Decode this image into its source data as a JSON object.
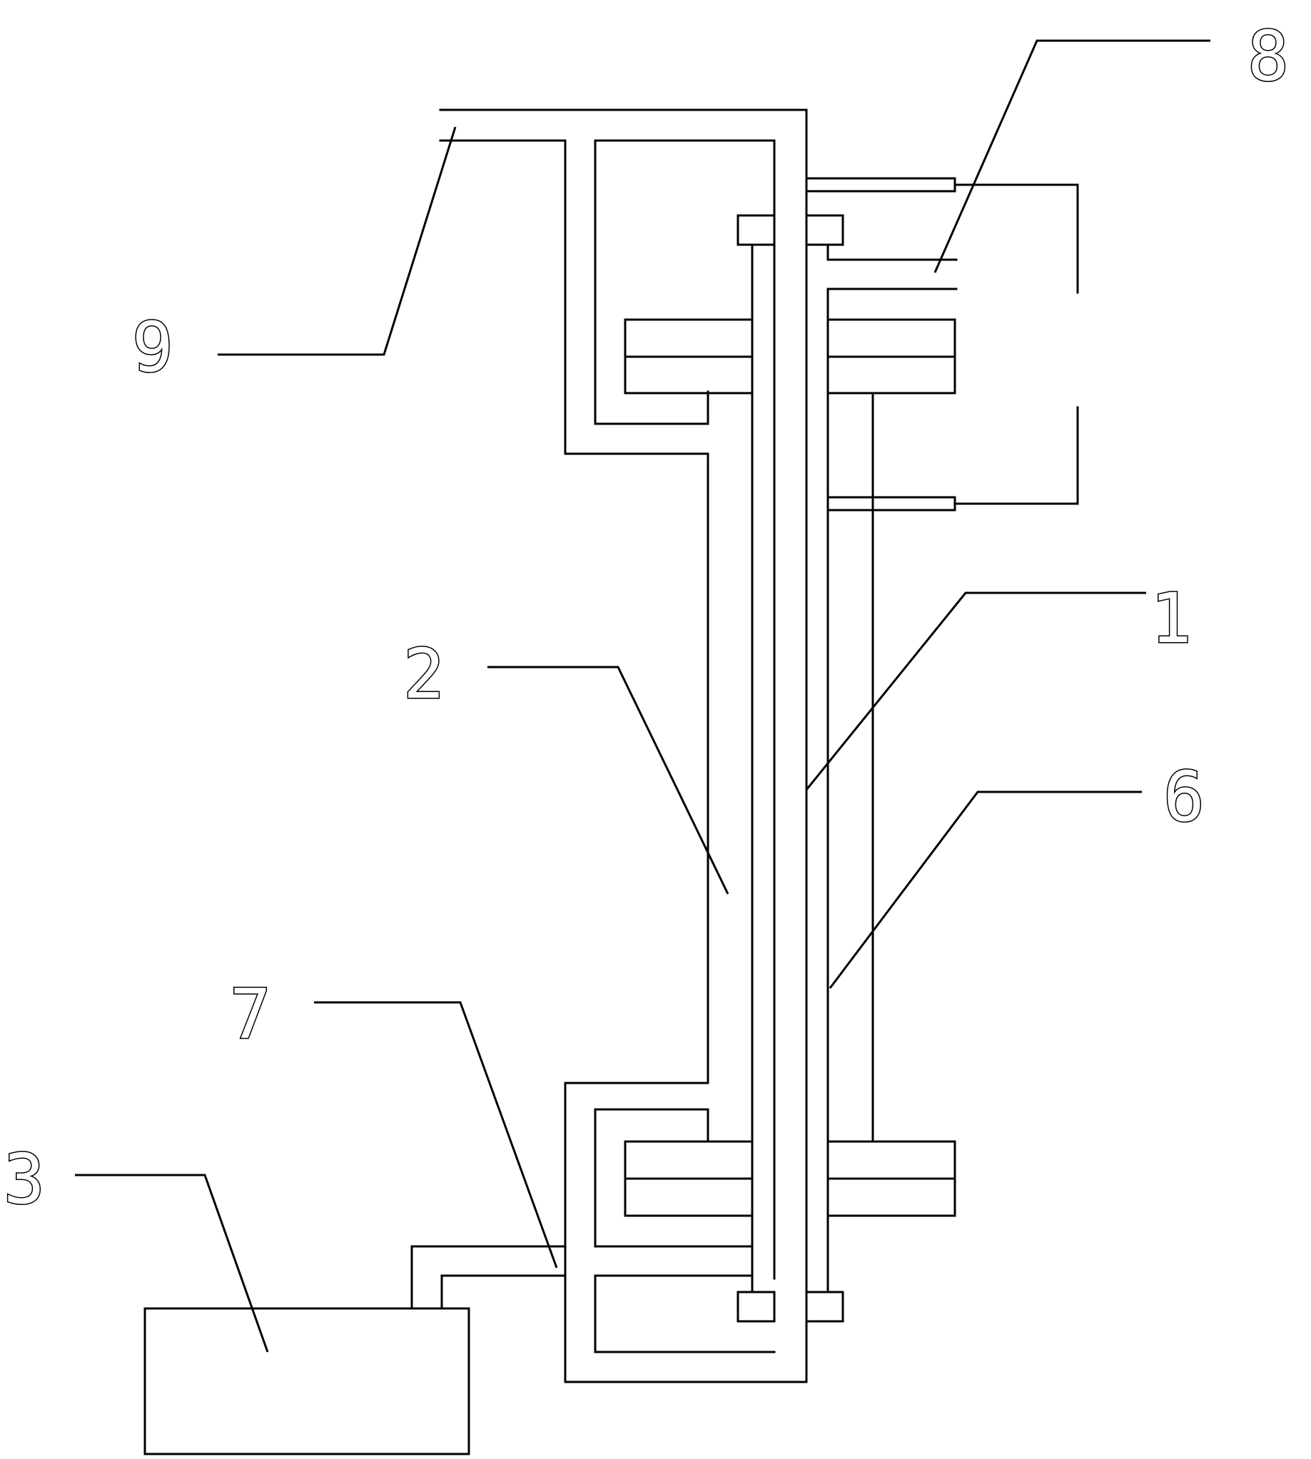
{
  "labels": {
    "l1": "1",
    "l2": "2",
    "l3": "3",
    "l6": "6",
    "l7": "7",
    "l8": "8",
    "l9": "9"
  },
  "colors": {
    "ink": "#000000",
    "paper": "#ffffff"
  }
}
